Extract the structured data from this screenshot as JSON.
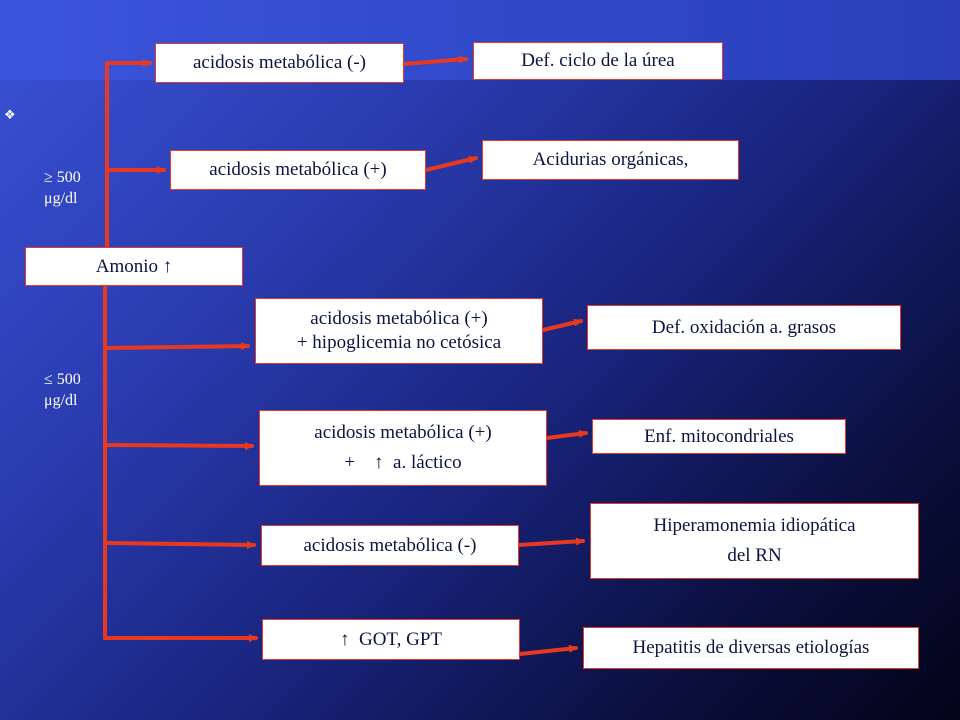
{
  "root": {
    "label": "Amonio ↑"
  },
  "thresholds": {
    "high": {
      "line1": "≥ 500",
      "line2": "μg/dl"
    },
    "low": {
      "line1": "≤ 500",
      "line2": "μg/dl"
    }
  },
  "bullet": "❖",
  "conditions": [
    {
      "lines": [
        "acidosis metabólica (-)"
      ]
    },
    {
      "lines": [
        "acidosis metabólica (+)"
      ]
    },
    {
      "lines": [
        "acidosis metabólica (+)",
        "+ hipoglicemia no cetósica"
      ]
    },
    {
      "lines": [
        "acidosis metabólica (+)",
        "+    ↑  a. láctico"
      ]
    },
    {
      "lines": [
        "acidosis metabólica (-)"
      ]
    },
    {
      "lines": [
        "↑  GOT, GPT"
      ]
    }
  ],
  "diagnoses": [
    {
      "lines": [
        "Def. ciclo de la úrea"
      ]
    },
    {
      "lines": [
        "Acidurias orgánicas,"
      ]
    },
    {
      "lines": [
        "Def. oxidación a. grasos"
      ]
    },
    {
      "lines": [
        "Enf. mitocondriales"
      ]
    },
    {
      "lines": [
        "Hiperamonemia idiopática",
        "del RN"
      ]
    },
    {
      "lines": [
        "Hepatitis de diversas etiologías"
      ]
    }
  ],
  "colors": {
    "connector": "#e8381f",
    "box_border": "#e43a2a",
    "box_text": "#0a1440"
  }
}
